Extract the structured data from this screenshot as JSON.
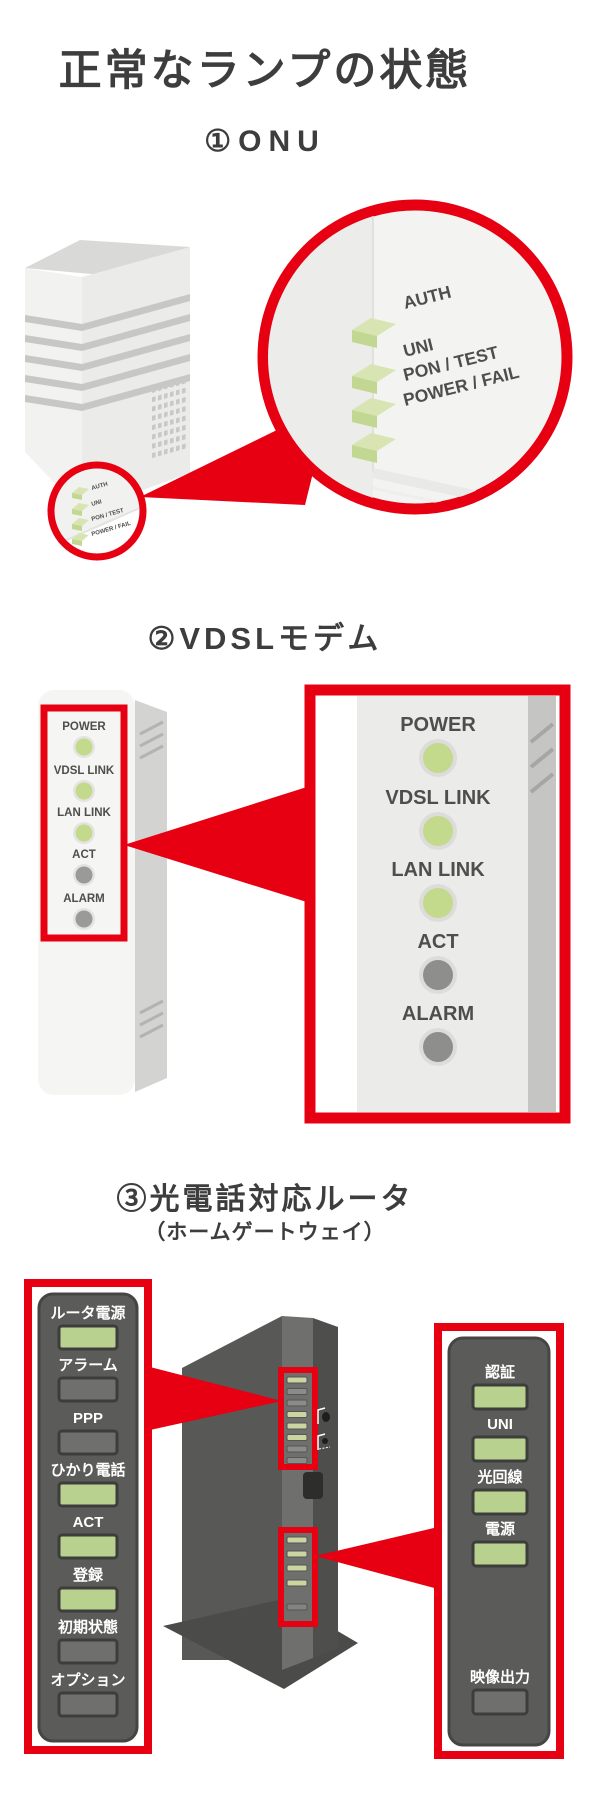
{
  "title": "正常なランプの状態",
  "colors": {
    "accent_red": "#e60012",
    "lamp_green": "#c3d98c",
    "lamp_off_gray": "#8f8f8d",
    "panel_dark": "#5b5b59",
    "heading_text": "#3d3d3d"
  },
  "sections": {
    "onu": {
      "number": "①",
      "label": "ONU",
      "lamps": [
        {
          "label": "AUTH",
          "state": "on"
        },
        {
          "label": "UNI",
          "state": "on"
        },
        {
          "label": "PON / TEST",
          "state": "on"
        },
        {
          "label": "POWER / FAIL",
          "state": "on"
        }
      ]
    },
    "vdsl": {
      "number": "②",
      "label": "VDSLモデム",
      "lamps": [
        {
          "label": "POWER",
          "state": "on"
        },
        {
          "label": "VDSL LINK",
          "state": "on"
        },
        {
          "label": "LAN LINK",
          "state": "on"
        },
        {
          "label": "ACT",
          "state": "off"
        },
        {
          "label": "ALARM",
          "state": "off"
        }
      ]
    },
    "router": {
      "number": "③",
      "label": "光電話対応ルータ",
      "sublabel": "（ホームゲートウェイ）",
      "left_panel": [
        {
          "label": "ルータ電源",
          "state": "on"
        },
        {
          "label": "アラーム",
          "state": "off"
        },
        {
          "label": "PPP",
          "state": "off"
        },
        {
          "label": "ひかり電話",
          "state": "on"
        },
        {
          "label": "ACT",
          "state": "on"
        },
        {
          "label": "登録",
          "state": "on"
        },
        {
          "label": "初期状態",
          "state": "off"
        },
        {
          "label": "オプション",
          "state": "off"
        }
      ],
      "right_panel": [
        {
          "label": "認証",
          "state": "on"
        },
        {
          "label": "UNI",
          "state": "on"
        },
        {
          "label": "光回線",
          "state": "on"
        },
        {
          "label": "電源",
          "state": "on"
        },
        {
          "label": "映像出力",
          "state": "off"
        }
      ]
    }
  }
}
